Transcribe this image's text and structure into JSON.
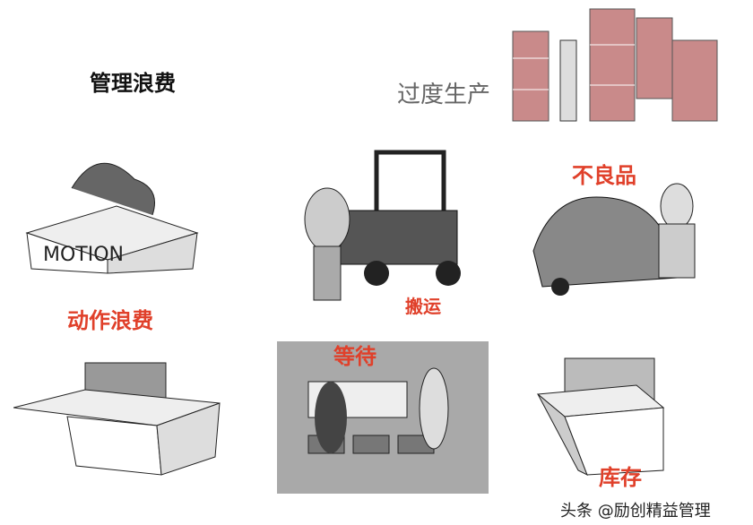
{
  "title": "管理浪费",
  "labels": {
    "overproduction": "过度生产",
    "defects": "不良品",
    "motion": "动作浪费",
    "transport": "搬运",
    "waiting": "等待",
    "inventory": "库存"
  },
  "box_text": "MOTION",
  "watermark": "头条 @励创精益管理",
  "colors": {
    "accent": "#e0402a",
    "text": "#111111",
    "panel": "#a9a9a9",
    "block": "#c98a8a"
  }
}
